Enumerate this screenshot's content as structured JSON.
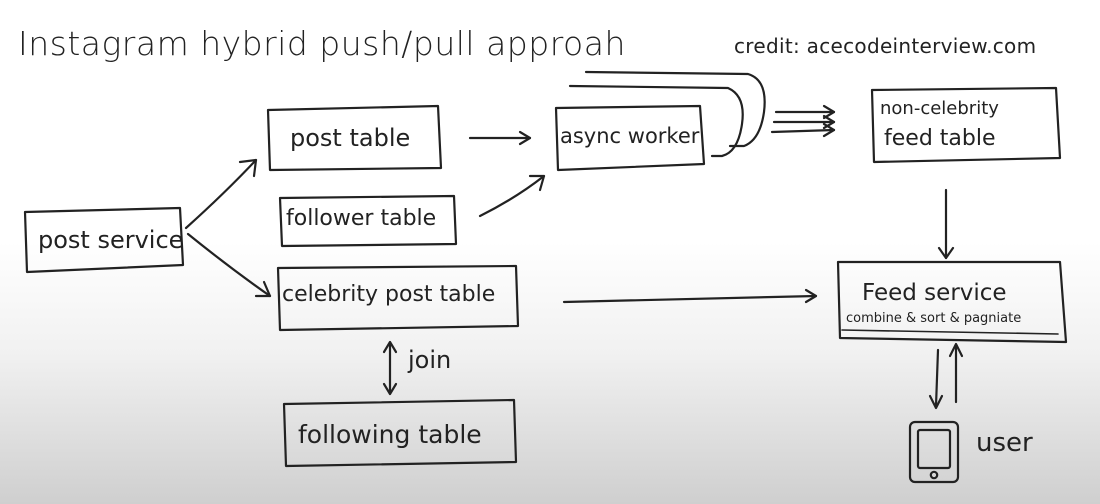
{
  "title": "Instagram hybrid push/pull approah",
  "credit": "credit: acecodeinterview.com",
  "nodes": {
    "post_service": "post service",
    "post_table": "post table",
    "follower_table": "follower table",
    "celebrity_post_table": "celebrity post table",
    "following_table": "following table",
    "async_worker": "async worker",
    "non_celebrity_feed_table_line1": "non-celebrity",
    "non_celebrity_feed_table_line2": "feed table",
    "feed_service": "Feed service",
    "feed_service_sub": "combine & sort & pagniate",
    "user": "user"
  },
  "edge_labels": {
    "join": "join"
  },
  "colors": {
    "ink": "#222222"
  }
}
